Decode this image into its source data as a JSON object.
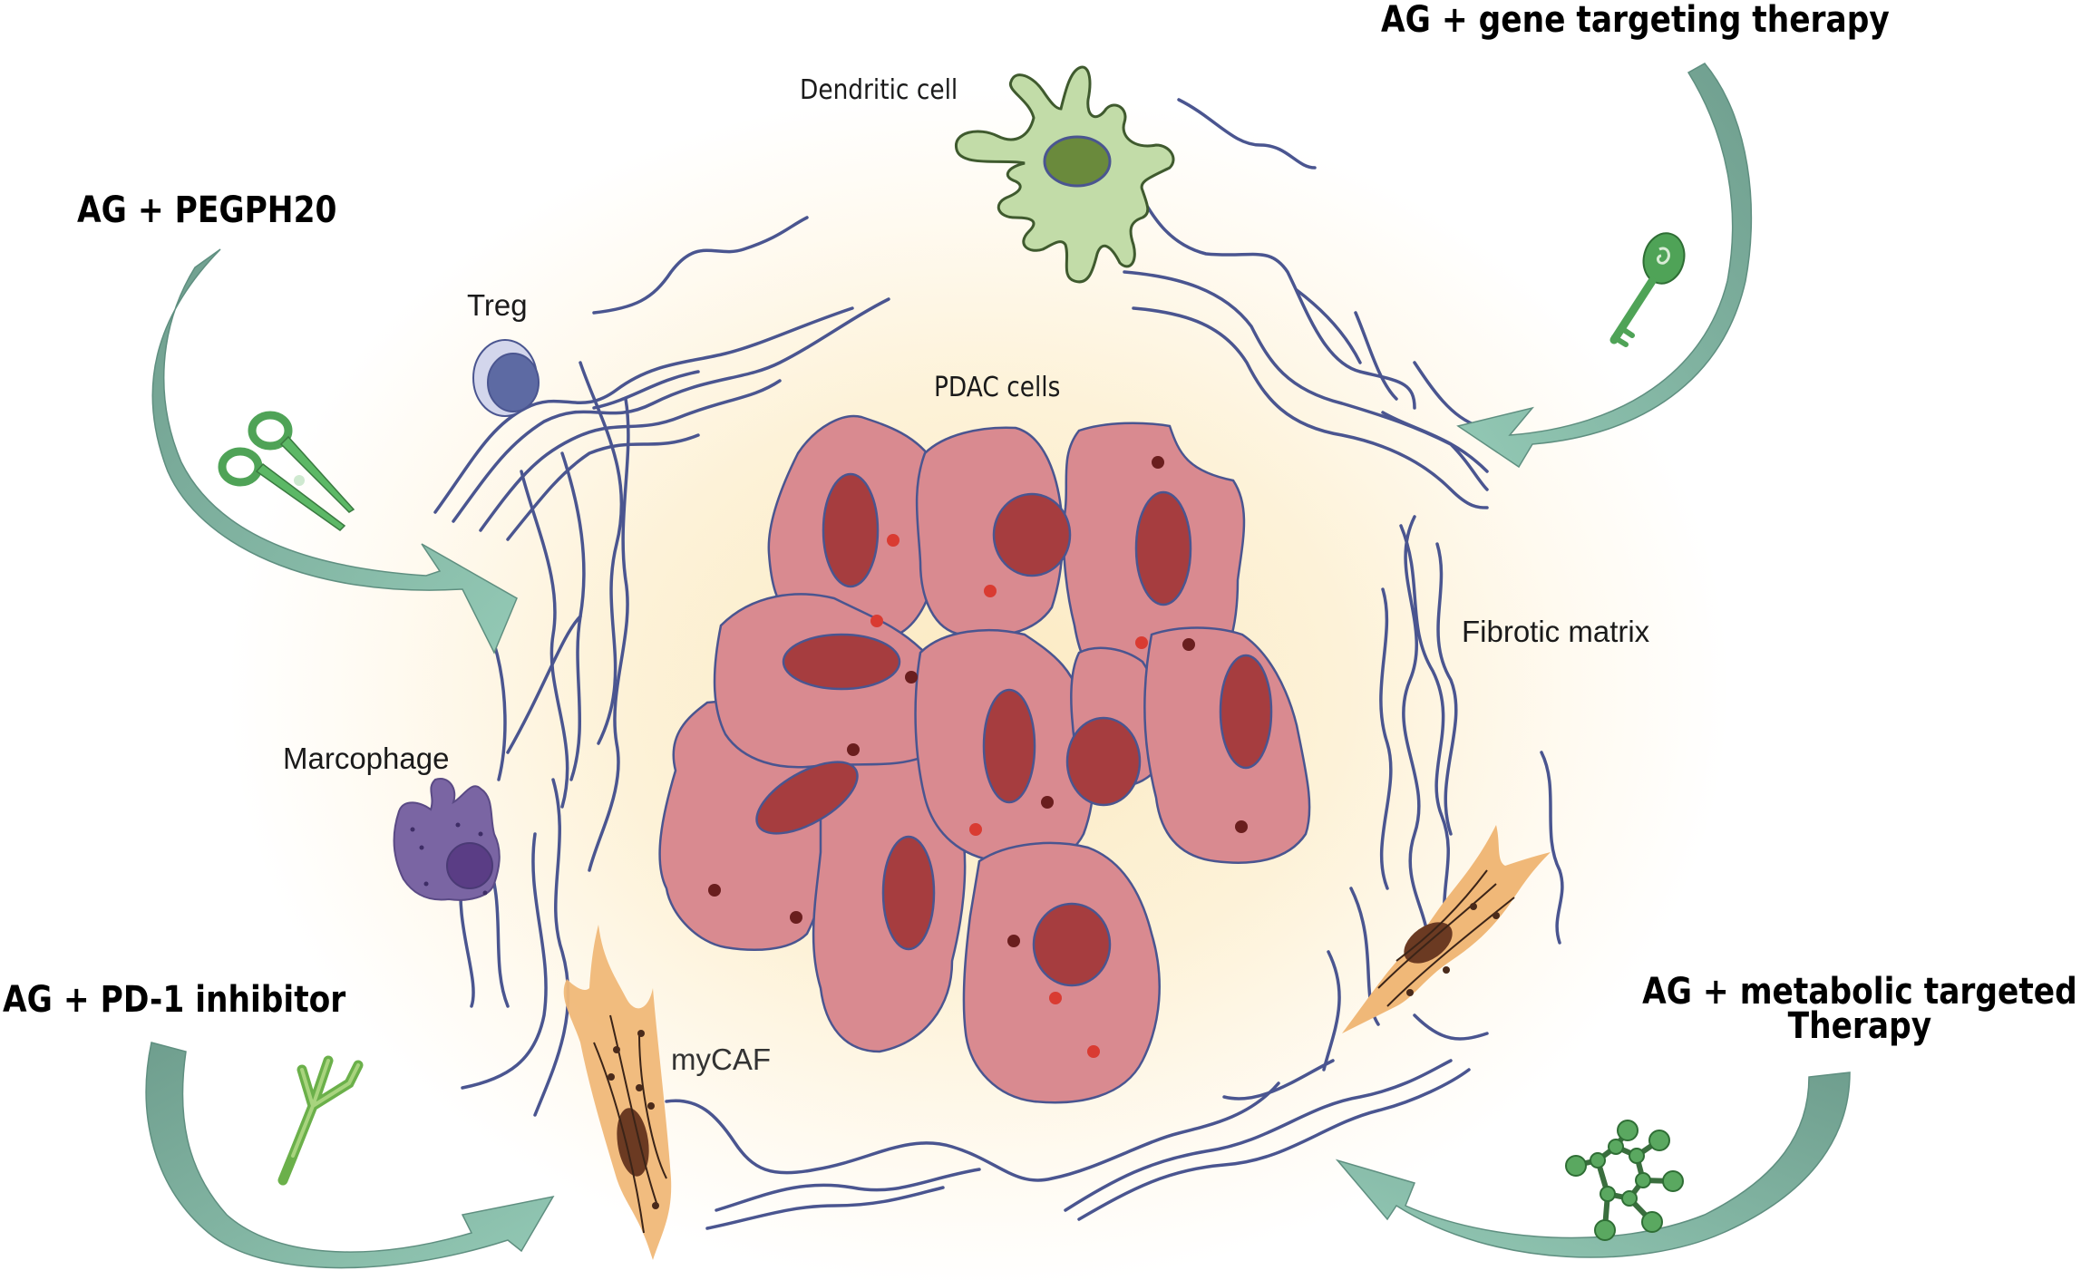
{
  "figure": {
    "title": "Combination therapies targeting the PDAC tumor microenvironment",
    "therapies": [
      {
        "id": "pegph20",
        "label": "AG + PEGPH20",
        "icon": "scissors-icon"
      },
      {
        "id": "gene",
        "label": "AG + gene targeting therapy",
        "icon": "key-icon"
      },
      {
        "id": "pd1",
        "label": "AG + PD-1 inhibitor",
        "icon": "antibody-icon"
      },
      {
        "id": "metabolic",
        "label_line1": "AG + metabolic targeted",
        "label_line2": "Therapy",
        "icon": "molecule-icon"
      }
    ],
    "cells": {
      "dendritic": "Dendritic cell",
      "treg": "Treg",
      "pdac": "PDAC cells",
      "fibrotic": "Fibrotic matrix",
      "macrophage": "Marcophage",
      "mycaf": "myCAF"
    },
    "colors": {
      "arrow_dark": "#6f9e8e",
      "arrow_light": "#93c9b5",
      "fiber": "#4a5590",
      "pdac_cell": "#d98a90",
      "pdac_nucleus": "#a63d3f",
      "dendritic_body": "#c2dca8",
      "dendritic_nucleus": "#6a8a3c",
      "treg": "#5d6aa3",
      "macrophage": "#7a65a3",
      "caf": "#f0b878",
      "icon_green": "#4fa357"
    }
  }
}
